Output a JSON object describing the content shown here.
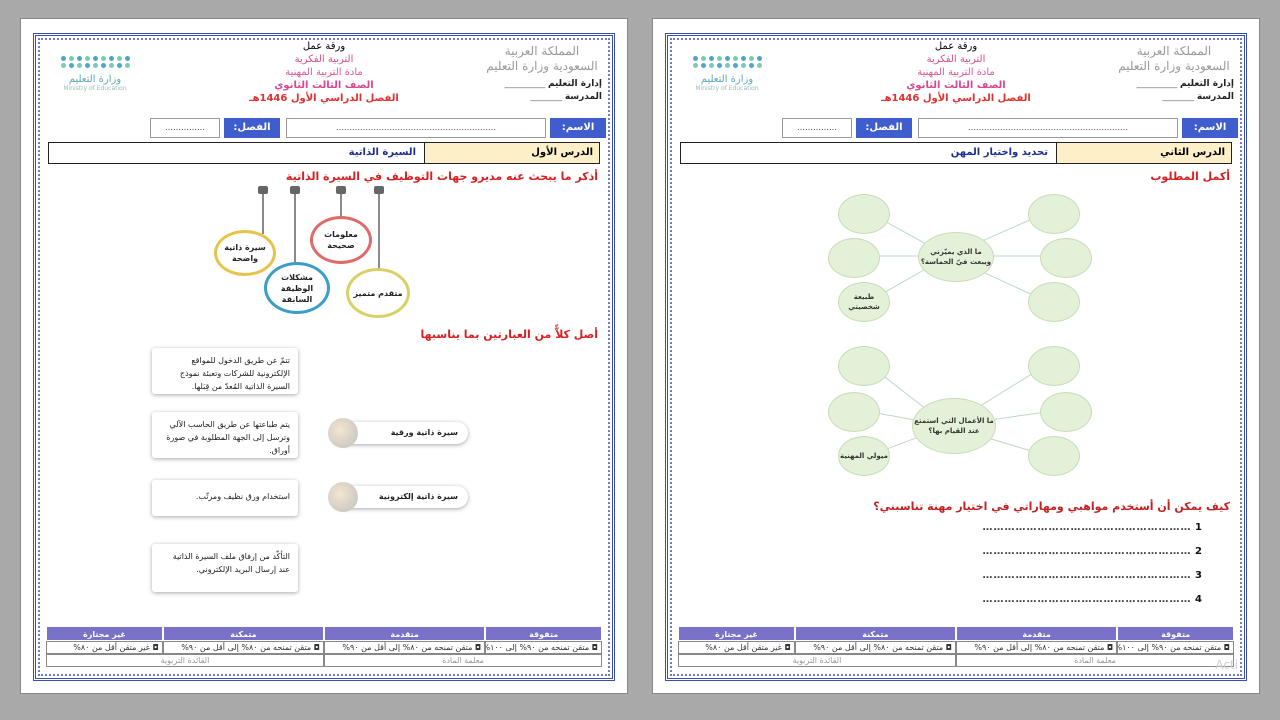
{
  "header": {
    "kingdom": "المملكة العربية السعودية وزارة التعليم",
    "admin_label": "إدارة التعليم",
    "admin_dots": "_________",
    "school_label": "المدرسة",
    "school_dots": "_______",
    "worksheet": "ورقة عمل",
    "subject_area": "التربية الفكرية",
    "course": "مادة التربية المهنية",
    "grade": "الصف الثالث الثانوي",
    "semester": "الفصل الدراسي الأول 1446هـ",
    "moe_name": "وزارة التعليم",
    "moe_en": "Ministry of Education"
  },
  "namebar": {
    "name_label": "الاسم:",
    "name_dots": "……………………………………………………",
    "class_label": "الفصل:",
    "class_dots": "……………"
  },
  "left_page": {
    "lesson_no": "الدرس الأول",
    "lesson_title": "السيرة الذاتية",
    "instruction1": "أذكر ما يبحث عنه مديرو جهات التوظيف في السيرة الذاتية",
    "ornaments": [
      "سيرة ذاتية واضحة",
      "مشكلات الوظيفة السابقة",
      "معلومات صحيحة",
      "متقدم متميز"
    ],
    "instruction2": "أصل كلاًّ من العبارتين بما يناسبها",
    "cards": [
      "تتمّ عن طريق الدخول للمواقع الإلكترونية للشركات وتعبئة نموذج السيرة الذاتية المُعدّ من قِبَلها.",
      "يتم طباعتها عن طريق الحاسب الآلي وترسل إلى الجهة المطلوبة في صورة أوراق.",
      "استخدام ورق نظيف ومرتّب.",
      "التأكّد من إرفاق ملف السيرة الذاتية عند إرسال البريد الإلكتروني."
    ],
    "pills": [
      "سيرة ذاتية ورقية",
      "سيرة ذاتية إلكترونية"
    ]
  },
  "right_page": {
    "lesson_no": "الدرس الثاني",
    "lesson_title": "تحديد واختيار المهن",
    "instruction1": "أكمل المطلوب",
    "map1_center": "ما الذي يميّزني ويبعث فيّ الحماسة؟",
    "map1_filled": "طبيعة شخصيتي",
    "map2_center": "ما الأعمال التي استمتع عند القيام بها؟",
    "map2_filled": "ميولي المهنية",
    "question": "كيف يمكن أن أستخدم مواهبي ومهاراتي في اختيار مهنة تناسبني؟",
    "answers": [
      {
        "num": "1",
        "dots": "…………………………………………………"
      },
      {
        "num": "2",
        "dots": "…………………………………………………"
      },
      {
        "num": "3",
        "dots": "…………………………………………………"
      },
      {
        "num": "4",
        "dots": "…………………………………………………"
      }
    ],
    "watermark": "Acti"
  },
  "footer": {
    "levels": [
      "متفوقة",
      "متقدمة",
      "متمكنة",
      "غير مجتازة"
    ],
    "criteria": [
      "◘ متقن تمنحه من ٩٠% إلى ١٠٠%",
      "◘ متقن تمنحه من ٨٠% إلى أقل من ٩٠%",
      "◘ متقن تمنحه من ٨٠% إلى أقل من ٩٠%",
      "◘ غير متقن أقل من ٨٠%"
    ],
    "sign_teacher": "معلمة المادة",
    "sign_leader": "القائدة التربوية"
  }
}
